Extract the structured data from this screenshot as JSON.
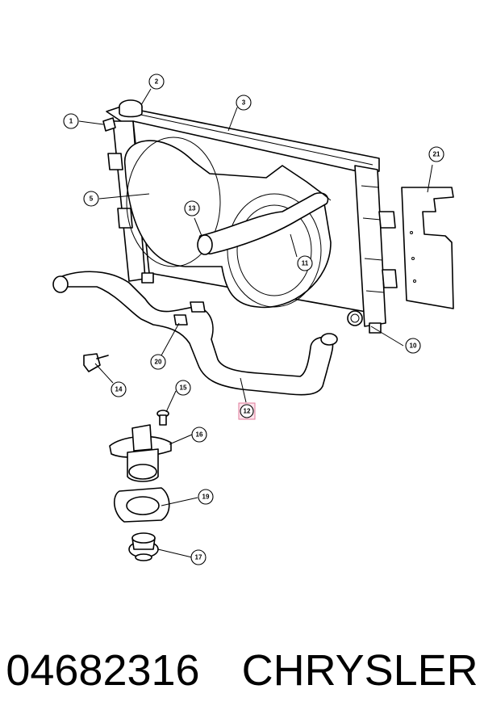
{
  "diagram": {
    "callouts": [
      "1",
      "2",
      "3",
      "5",
      "13",
      "11",
      "21",
      "10",
      "12",
      "20",
      "14",
      "15",
      "16",
      "19",
      "17"
    ],
    "highlighted_callout": "12"
  },
  "footer": {
    "part_number": "04682316",
    "brand": "CHRYSLER"
  }
}
